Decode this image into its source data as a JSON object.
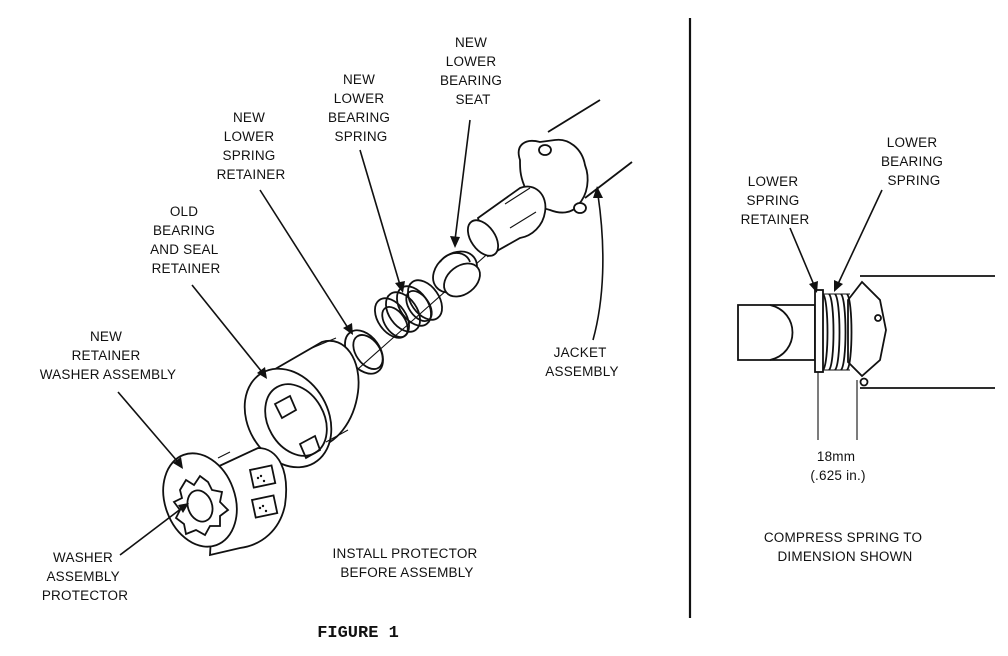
{
  "labels": {
    "new_lower_bearing_seat": [
      "NEW",
      "LOWER",
      "BEARING",
      "SEAT"
    ],
    "new_lower_bearing_spring": [
      "NEW",
      "LOWER",
      "BEARING",
      "SPRING"
    ],
    "new_lower_spring_retainer": [
      "NEW",
      "LOWER",
      "SPRING",
      "RETAINER"
    ],
    "old_bearing_seal_retainer": [
      "OLD",
      "BEARING",
      "AND SEAL",
      "RETAINER"
    ],
    "new_retainer_washer_assembly": [
      "NEW",
      "RETAINER",
      "WASHER ASSEMBLY"
    ],
    "washer_assembly_protector": [
      "WASHER",
      "ASSEMBLY",
      "PROTECTOR"
    ],
    "install_protector": [
      "INSTALL PROTECTOR",
      "BEFORE ASSEMBLY"
    ],
    "jacket_assembly": [
      "JACKET",
      "ASSEMBLY"
    ],
    "lower_spring_retainer": [
      "LOWER",
      "SPRING",
      "RETAINER"
    ],
    "lower_bearing_spring": [
      "LOWER",
      "BEARING",
      "SPRING"
    ],
    "dimension": [
      "18mm",
      "(.625 in.)"
    ],
    "compress_spring": [
      "COMPRESS SPRING TO",
      "DIMENSION SHOWN"
    ]
  },
  "figure_caption": "FIGURE 1"
}
